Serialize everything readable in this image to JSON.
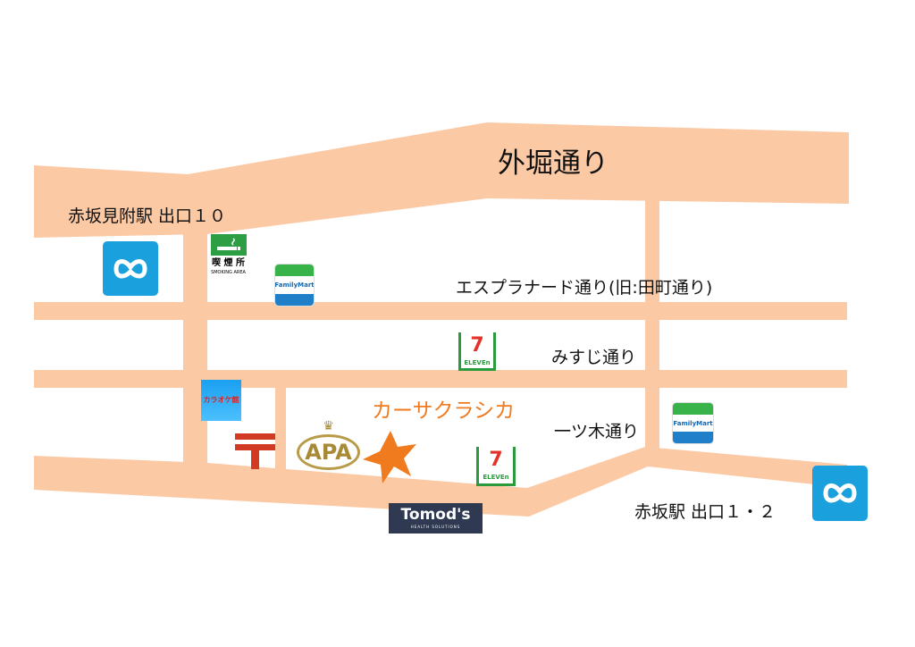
{
  "colors": {
    "road": "#fcc9a5",
    "accent": "#f07a1e",
    "metro": "#1aa0dc"
  },
  "labels": {
    "sotobori": "外堀通り",
    "akasaka_mitsuke": "赤坂見附駅 出口１０",
    "esplanade": "エスプラナード通り(旧:田町通り)",
    "misuji": "みすじ通り",
    "hitotsugi": "一ツ木通り",
    "akasaka": "赤坂駅 出口１・２",
    "destination": "カーサクラシカ"
  },
  "logos": {
    "familymart": "FamilyMart",
    "seven_number": "7",
    "seven_text": "ELEVEn",
    "smoking_kanji": "喫 煙 所",
    "smoking_en": "SMOKING AREA",
    "karaoke": "カラオケ館",
    "tomods": "Tomod's",
    "tomods_sub": "HEALTH SOLUTIONS",
    "apa": "APA"
  }
}
